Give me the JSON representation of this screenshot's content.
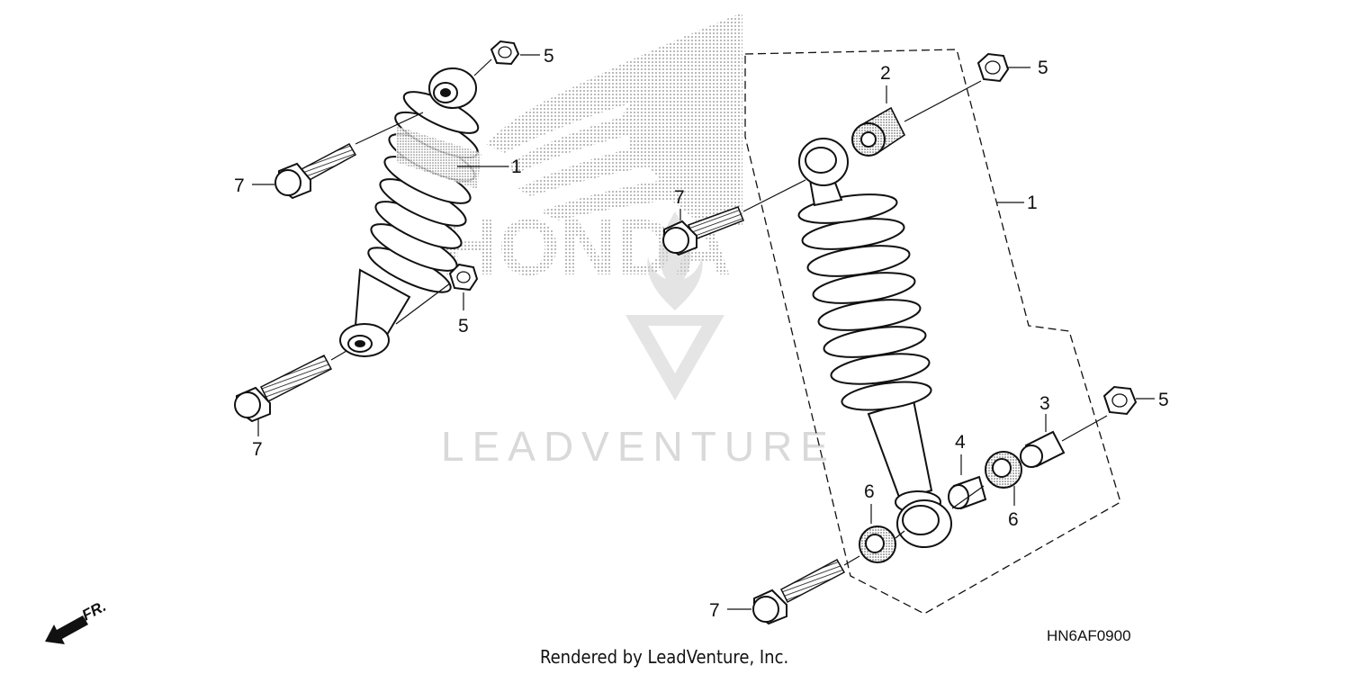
{
  "diagram": {
    "watermark_brand": "HONDA",
    "watermark_text": "LEADVENTURE",
    "footer": "Rendered by LeadVenture, Inc.",
    "diagram_code": "HN6AF0900",
    "direction_label": "FR.",
    "callouts": {
      "left_spring": "1",
      "left_top_nut": "5",
      "left_top_bolt": "7",
      "left_bottom_nut": "5",
      "left_bottom_bolt": "7",
      "right_assembly": "1",
      "bushing_top": "2",
      "collar": "3",
      "bushing_bottom": "4",
      "right_top_nut": "5",
      "right_bottom_nut": "5",
      "right_top_bolt": "7",
      "bearing_left": "6",
      "bearing_right": "6",
      "right_bottom_bolt": "7"
    },
    "colors": {
      "line": "#111111",
      "watermark": "#d9d9d9"
    }
  }
}
